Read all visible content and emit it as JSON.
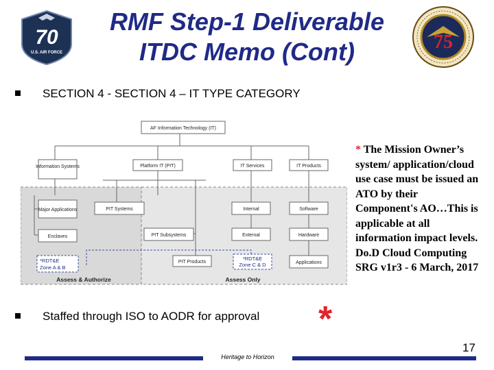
{
  "title": {
    "line1": "RMF Step-1 Deliverable",
    "line2": "ITDC Memo (Cont)"
  },
  "logos": {
    "left": {
      "text_main": "70",
      "text_sub": "U.S. AIR FORCE"
    },
    "right": {
      "text_main": "75"
    }
  },
  "bullets": [
    {
      "text": "SECTION 4 - SECTION 4 – IT TYPE CATEGORY"
    },
    {
      "text": "Staffed through ISO to AODR for approval"
    }
  ],
  "diagram": {
    "root": "AF Information Technology (IT)",
    "info_systems": "Information Systems",
    "major_apps": "Major Applications",
    "enclaves": "Enclaves",
    "platform_it": "Platform IT (PIT)",
    "pit_systems": "PIT Systems",
    "pit_subsystems": "PIT Subsystems",
    "pit_products": "PIT Products",
    "it_services": "IT Services",
    "internal": "Internal",
    "external": "External",
    "it_products": "IT Products",
    "software": "Software",
    "hardware": "Hardware",
    "applications": "Applications",
    "zone_ab_line1": "*RDT&E",
    "zone_ab_line2": "Zone A & B",
    "zone_cd_line1": "*RDT&E",
    "zone_cd_line2": "Zone C & D",
    "assess_authorize": "Assess & Authorize",
    "assess_only": "Assess Only"
  },
  "asterisk": "*",
  "note": {
    "star": "*",
    "text": "The Mission Owner’s system/ application/cloud use case must be issued an ATO by their Component's AO…This is applicable at all information impact levels. Do.D Cloud Computing SRG v1r3 - 6 March, 2017"
  },
  "page_number": "17",
  "footer": "Heritage to Horizon",
  "colors": {
    "title": "#1f2a87",
    "asterisk": "#e4232b",
    "footer_bar": "#1f2a87"
  }
}
